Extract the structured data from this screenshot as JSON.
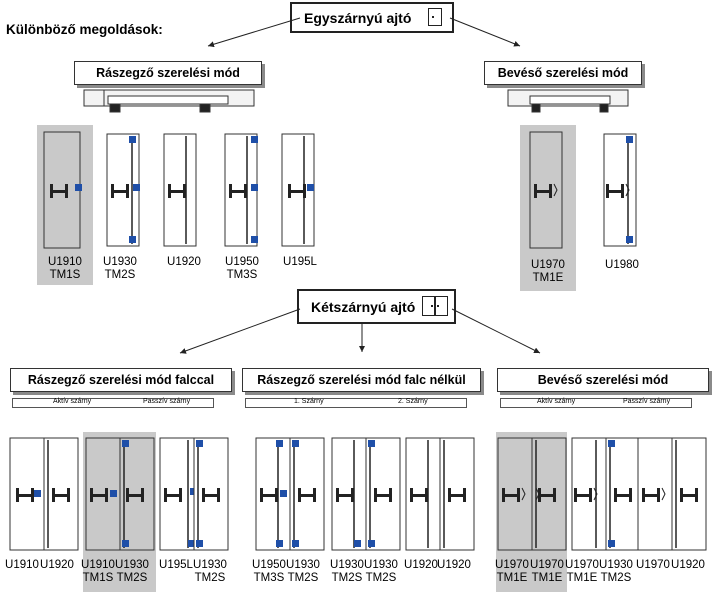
{
  "left_title": "Különböző megoldások:",
  "single": {
    "title": "Egyszárnyú ajtó",
    "sections": [
      {
        "label": "Rászegző szerelési mód"
      },
      {
        "label": "Bevéső szerelési mód"
      }
    ],
    "items": [
      {
        "line1": "U1910",
        "line2": "TM1S",
        "highlight": true
      },
      {
        "line1": "U1930",
        "line2": "TM2S",
        "highlight": false
      },
      {
        "line1": "U1920",
        "line2": "",
        "highlight": false
      },
      {
        "line1": "U1950",
        "line2": "TM3S",
        "highlight": false
      },
      {
        "line1": "U195L",
        "line2": "",
        "highlight": false
      },
      {
        "line1": "U1970",
        "line2": "TM1E",
        "highlight": true
      },
      {
        "line1": "U1980",
        "line2": "",
        "highlight": false
      }
    ]
  },
  "double": {
    "title": "Kétszárnyú ajtó",
    "sections": [
      {
        "label": "Rászegző szerelési mód falccal",
        "strip_left": "Aktív szárny",
        "strip_right": "Passzív szárny"
      },
      {
        "label": "Rászegző szerelési mód falc nélkül",
        "strip_left": "1. Szárny",
        "strip_right": "2. Szárny"
      },
      {
        "label": "Bevéső szerelési mód",
        "strip_left": "Aktív szárny",
        "strip_right": "Passzív szárny"
      }
    ],
    "labels": [
      {
        "line1": "U1910",
        "line2": ""
      },
      {
        "line1": "U1920",
        "line2": ""
      },
      {
        "line1": "U1910",
        "line2": "TM1S"
      },
      {
        "line1": "U1930",
        "line2": "TM2S"
      },
      {
        "line1": "U195L",
        "line2": ""
      },
      {
        "line1": "U1930",
        "line2": "TM2S"
      },
      {
        "line1": "U1950",
        "line2": "TM3S"
      },
      {
        "line1": "U1930",
        "line2": "TM2S"
      },
      {
        "line1": "U1930",
        "line2": "TM2S"
      },
      {
        "line1": "U1930",
        "line2": "TM2S"
      },
      {
        "line1": "U1920",
        "line2": ""
      },
      {
        "line1": "U1920",
        "line2": ""
      },
      {
        "line1": "U1970",
        "line2": "TM1E"
      },
      {
        "line1": "U1970",
        "line2": "TM1E"
      },
      {
        "line1": "U1970",
        "line2": "TM1E"
      },
      {
        "line1": "U1930",
        "line2": "TM2S"
      },
      {
        "line1": "U1970",
        "line2": ""
      },
      {
        "line1": "U1920",
        "line2": ""
      }
    ]
  },
  "colors": {
    "accent": "#1f4fa8",
    "highlight_bg": "#c9c9c9",
    "line": "#333333"
  }
}
